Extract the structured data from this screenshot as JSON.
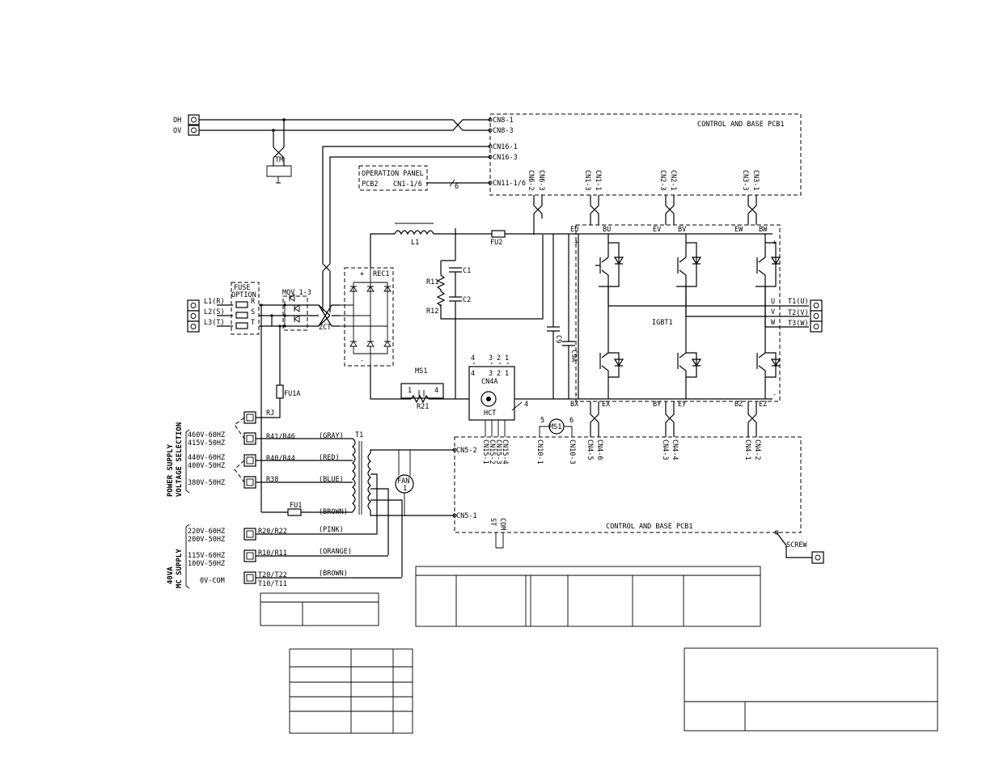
{
  "terminals_top": [
    "OH",
    "OV"
  ],
  "pcb_label": "CONTROL AND BASE PCB1",
  "pcb_label_bottom": "CONTROL AND BASE PCB1",
  "connectors_top": [
    "CN8-1",
    "CN8-3",
    "CN16-1",
    "CN16-3",
    "CN11-1/6"
  ],
  "tm_label": "TM",
  "operation_panel": {
    "title": "OPERATION PANEL",
    "pcb": "PCB2",
    "cn": "CN1-1/6",
    "count": "6"
  },
  "vertical_connectors_top": [
    "CN6-2",
    "CN6-3",
    "CN1-3",
    "CN1-1",
    "CN2-3",
    "CN2-1",
    "CN3-3",
    "CN3-1"
  ],
  "inductor": "L1",
  "fuse_fu2": "FU2",
  "caps": [
    "C1",
    "C2",
    "C9",
    "C9A"
  ],
  "resistors": [
    "R11",
    "R12",
    "R21"
  ],
  "rec": "REC1",
  "mov": "MOV 1-3",
  "zct": "ZCT",
  "fuse_option": [
    "FUSE",
    "OPTION"
  ],
  "inputs": [
    "L1(R)",
    "L2(S)",
    "L3(T)"
  ],
  "phase_letters": [
    "R",
    "S",
    "T"
  ],
  "outputs": [
    "T1(U)",
    "T2(V)",
    "T3(W)"
  ],
  "out_letters": [
    "U",
    "V",
    "W"
  ],
  "igbt": "IGBT1",
  "gate_top": [
    "EU",
    "BU",
    "EV",
    "BV",
    "EW",
    "BW"
  ],
  "gate_bottom": [
    "BX",
    "EX",
    "BY",
    "EY",
    "BZ",
    "EZ"
  ],
  "plus": "+",
  "minus": "-",
  "ms1": {
    "label": "MS1",
    "left": "1",
    "right": "4",
    "coil": "MS1",
    "n5": "5",
    "n6": "6"
  },
  "hct": {
    "label": "HCT",
    "cn": "CN4A",
    "pins_top": [
      "4",
      "3",
      "2",
      "1"
    ],
    "pins_bot": [
      "4",
      "3",
      "2",
      "1"
    ],
    "wire": "4"
  },
  "fu1a": "FU1A",
  "fu1": "FU1",
  "transformer": "T1",
  "fan": [
    "FAN",
    "1"
  ],
  "rj": "RJ",
  "voltage_taps": [
    {
      "res": "R41/R46",
      "color": "(GRAY)",
      "v1": "460V-60HZ",
      "v2": "415V-50HZ"
    },
    {
      "res": "R40/R44",
      "color": "(RED)",
      "v1": "440V-60HZ",
      "v2": "400V-50HZ"
    },
    {
      "res": "R38",
      "color": "(BLUE)",
      "v1": "380V-50HZ",
      "v2": ""
    },
    {
      "res": "",
      "color": "(BROWN)",
      "v1": "",
      "v2": ""
    }
  ],
  "power_supply_label": [
    "POWER SUPPLY",
    "VOLTAGE SELECTION"
  ],
  "mc_taps": [
    {
      "res": "R20/R22",
      "color": "(PINK)",
      "v1": "220V-60HZ",
      "v2": "200V-50HZ"
    },
    {
      "res": "R10/R11",
      "color": "(ORANGE)",
      "v1": "115V-60HZ",
      "v2": "100V-50HZ"
    },
    {
      "res": "T20/T22",
      "res2": "T10/T11",
      "color": "(BROWN)",
      "v1": "0V-COM",
      "v2": ""
    }
  ],
  "mc_label": [
    "40VA",
    "MC SUPPLY"
  ],
  "bottom_connectors": [
    "CN5-2",
    "CN5-1",
    "CN15-1",
    "CN15-2",
    "CN15-3",
    "CN15-4",
    "CN10-1",
    "CN10-3",
    "CN4-5",
    "CN4-6",
    "CN4-3",
    "CN4-4",
    "CN4-1",
    "CN4-2"
  ],
  "st_com": [
    "ST",
    "COM"
  ],
  "screw": "SCREW"
}
